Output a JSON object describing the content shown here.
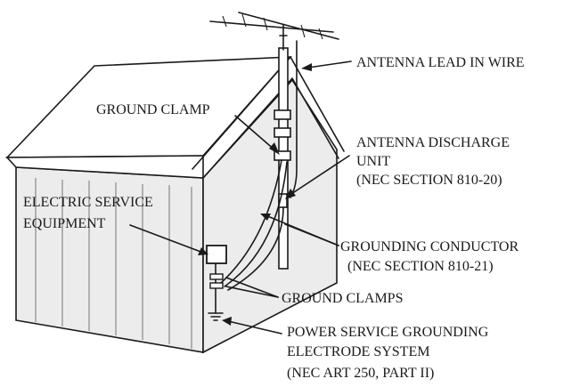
{
  "labels": {
    "antenna_lead_in_wire": "ANTENNA LEAD IN WIRE",
    "ground_clamp": "GROUND CLAMP",
    "antenna_discharge_unit_line1": "ANTENNA DISCHARGE",
    "antenna_discharge_unit_line2": "UNIT",
    "antenna_discharge_unit_line3": "(NEC SECTION 810-20)",
    "electric_service_equipment_line1": "ELECTRIC SERVICE",
    "electric_service_equipment_line2": "EQUIPMENT",
    "grounding_conductor_line1": "GROUNDING CONDUCTOR",
    "grounding_conductor_line2": "(NEC SECTION 810-21)",
    "ground_clamps": "GROUND CLAMPS",
    "power_service_line1": "POWER SERVICE GROUNDING",
    "power_service_line2": "ELECTRODE SYSTEM",
    "power_service_line3": "(NEC ART 250, PART II)"
  }
}
